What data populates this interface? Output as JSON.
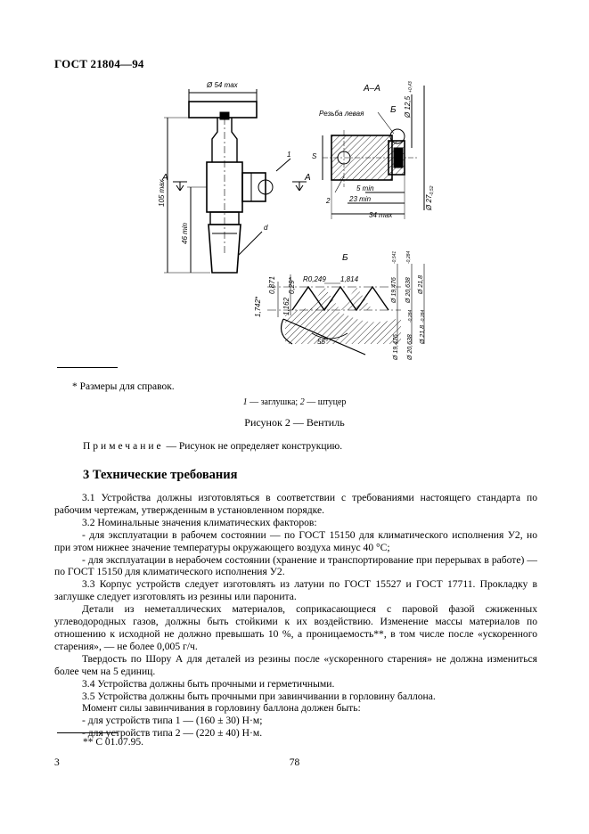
{
  "header": {
    "doc_id": "ГОСТ 21804—94"
  },
  "figure": {
    "dims": {
      "d54": "Ø 54 max",
      "aa_title": "А–А",
      "thread_left": "Резьба левая",
      "b_mark": "Б",
      "d12_5": "Ø 12,5",
      "d12_5_tol": "+0,43",
      "s_label": "S",
      "h105": "105 max",
      "h46": "46 min",
      "a_left": "А",
      "a_right": "А",
      "n1": "1",
      "n2": "2",
      "d_small": "d",
      "m5": "5 min",
      "m23": "23 min",
      "m34": "34 max",
      "d27": "Ø 27",
      "d27_tol": "-0,52",
      "b_title": "Б",
      "r0249": "R0,249",
      "v1814": "1,814",
      "v0871": "0,871",
      "v029": "0,29*",
      "v1742": "1,742*",
      "v1162": "1,162",
      "d19476a": "Ø 19,476",
      "d19476a_tol": "-0,541",
      "d20638a": "Ø 20,638",
      "d20638a_tol": "-0,284",
      "d218a": "Ø 21,8",
      "d19476b": "Ø 19,476",
      "d20638b": "Ø 20,638",
      "d20638b_tol": "-0,284",
      "d218b": "Ø 21,8",
      "d218b_tol": "-0,284",
      "angle55": "55°"
    }
  },
  "footnote1": "* Размеры для справок.",
  "legend": {
    "n1": "1",
    "t1": " — заглушка; ",
    "n2": "2",
    "t2": " — штуцер"
  },
  "caption": "Рисунок 2 — Вентиль",
  "note": {
    "spaced": "Примечание",
    "rest": " — Рисунок не определяет конструкцию."
  },
  "section_title": "3 Технические требования",
  "paragraphs": [
    "3.1 Устройства должны изготовляться в соответствии с требованиями настоящего стандарта по рабочим чертежам, утвержденным в установленном порядке.",
    "3.2 Номинальные значения климатических факторов:",
    "- для эксплуатации в рабочем состоянии — по ГОСТ 15150 для климатического исполнения У2, но при этом нижнее значение температуры окружающего воздуха минус 40 °С;",
    "- для эксплуатации в нерабочем состоянии (хранение и транспортирование при перерывах в работе) — по ГОСТ 15150 для климатического исполнения У2.",
    "3.3 Корпус устройств следует изготовлять из латуни по ГОСТ 15527 и ГОСТ 17711. Прокладку в заглушке следует изготовлять из резины или паронита.",
    "Детали из неметаллических материалов, соприкасающиеся с паровой фазой сжиженных углеводородных газов, должны быть стойкими к их воздействию. Изменение массы материалов по отношению к исходной не должно превышать 10 %, а проницаемость**, в том числе после «ускоренного старения», — не более 0,005 г/ч.",
    "Твердость по Шору А для деталей из резины после «ускоренного старения» не должна измениться более чем на 5 единиц.",
    "3.4 Устройства должны быть прочными и герметичными.",
    "3.5 Устройства должны быть прочными при завинчивании в горловину баллона.",
    "Момент силы завинчивания в горловину баллона должен быть:",
    "- для устройств типа 1 — (160 ± 30) Н·м;",
    "- для устройств типа 2 — (220 ± 40) Н·м."
  ],
  "footnote2": "** С 01.07.95.",
  "page": {
    "left": "3",
    "center": "78"
  }
}
